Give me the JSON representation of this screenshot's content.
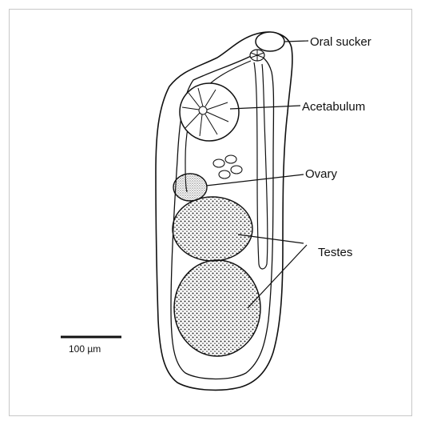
{
  "labels": {
    "oral_sucker": "Oral sucker",
    "acetabulum": "Acetabulum",
    "ovary": "Ovary",
    "testes": "Testes"
  },
  "scale_bar": {
    "label": "100 µm"
  },
  "colors": {
    "line": "#111111",
    "stipple": "#222222",
    "frame": "#c8c8c8"
  }
}
